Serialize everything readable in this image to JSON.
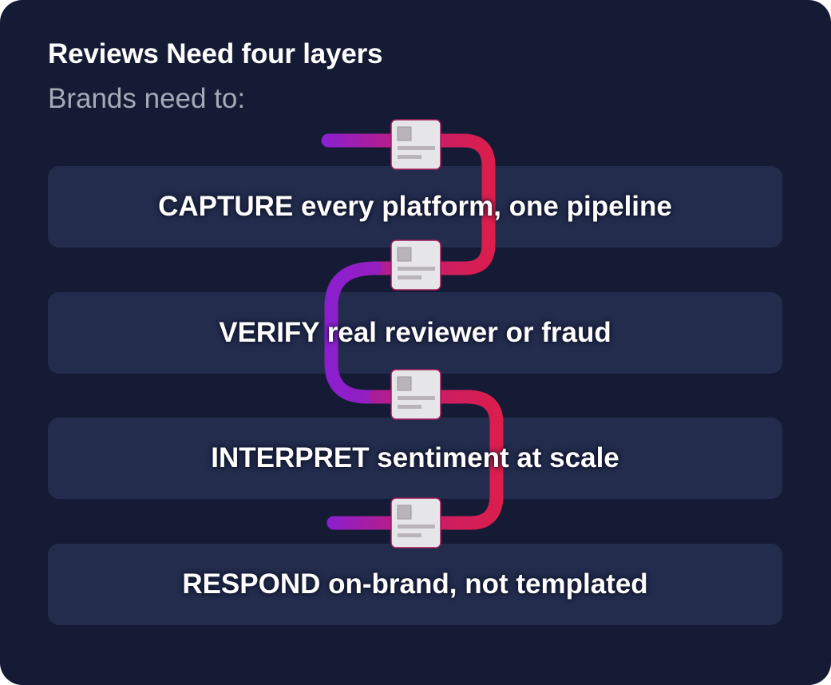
{
  "diagram": {
    "title": "Reviews Need four layers",
    "subtitle": "Brands need to:",
    "layers": [
      {
        "label": "CAPTURE every platform, one pipeline"
      },
      {
        "label": "VERIFY real reviewer or fraud"
      },
      {
        "label": "INTERPRET sentiment at scale"
      },
      {
        "label": "RESPOND on-brand, not templated"
      }
    ],
    "colors": {
      "background": "#151b34",
      "layer_fill": "#232c4d",
      "pipe_purple": "#8b1fd0",
      "pipe_red": "#dc1e4a",
      "node_fill": "#e6e6ea",
      "node_border": "#a31b5a",
      "node_thumb": "#b9b4ba",
      "title_text": "#ffffff",
      "subtitle_text": "#a5aab8"
    },
    "icons": {
      "node": "review-card-icon"
    }
  }
}
